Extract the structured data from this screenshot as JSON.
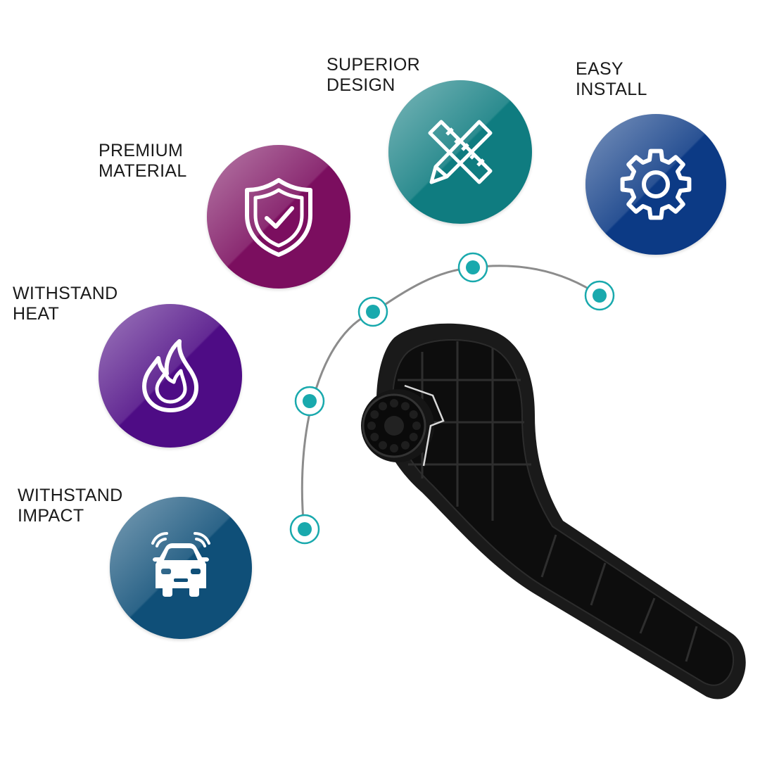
{
  "features": [
    {
      "id": "premium-material",
      "lines": [
        "PREMIUM",
        "MATERIAL"
      ],
      "color": "#7b0e5f",
      "icon": "shield-check-icon"
    },
    {
      "id": "superior-design",
      "lines": [
        "SUPERIOR",
        "DESIGN"
      ],
      "color": "#0f7c80",
      "icon": "pencil-ruler-icon"
    },
    {
      "id": "easy-install",
      "lines": [
        "EASY",
        "INSTALL"
      ],
      "color": "#0c3a85",
      "icon": "gear-icon"
    },
    {
      "id": "withstand-heat",
      "lines": [
        "WITHSTAND",
        "HEAT"
      ],
      "color": "#4e0c85",
      "icon": "flame-icon"
    },
    {
      "id": "withstand-impact",
      "lines": [
        "WITHSTAND",
        "IMPACT"
      ],
      "color": "#0f4f78",
      "icon": "car-icon"
    }
  ],
  "colors": {
    "dot": "#19a9ad",
    "arc": "#8c8c8c",
    "handle": "#111111"
  }
}
